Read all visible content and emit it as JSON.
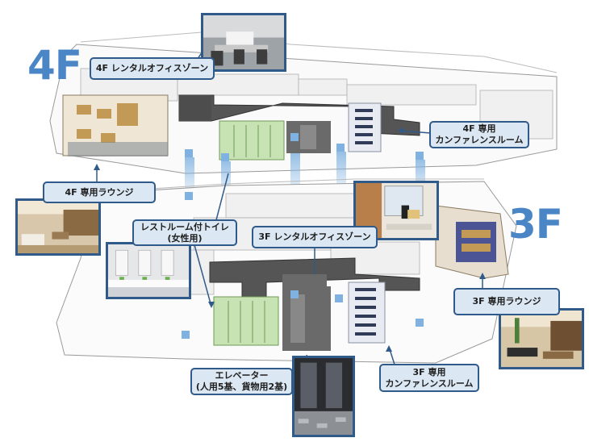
{
  "floors": {
    "upper": "4F",
    "lower": "3F"
  },
  "callouts": {
    "office_4f": "4F レンタルオフィスゾーン",
    "conference_4f": [
      "4F 専用",
      "カンファレンスルーム"
    ],
    "lounge_4f": "4F 専用ラウンジ",
    "restroom": [
      "レストルーム付トイレ",
      "(女性用)"
    ],
    "office_3f": "3F レンタルオフィスゾーン",
    "lounge_3f": "3F 専用ラウンジ",
    "elevator": [
      "エレベーター",
      "(人用5基、貨物用2基)"
    ],
    "conference_3f": [
      "3F 専用",
      "カンファレンスルーム"
    ]
  },
  "colors": {
    "accent_blue": "#4a86c5",
    "callout_fill": "#dbe7f3",
    "callout_border": "#2f5a8a",
    "corridor": "#505050",
    "restroom_green": "#c7e3b4",
    "elevator_blue": "#7fb2e0"
  }
}
